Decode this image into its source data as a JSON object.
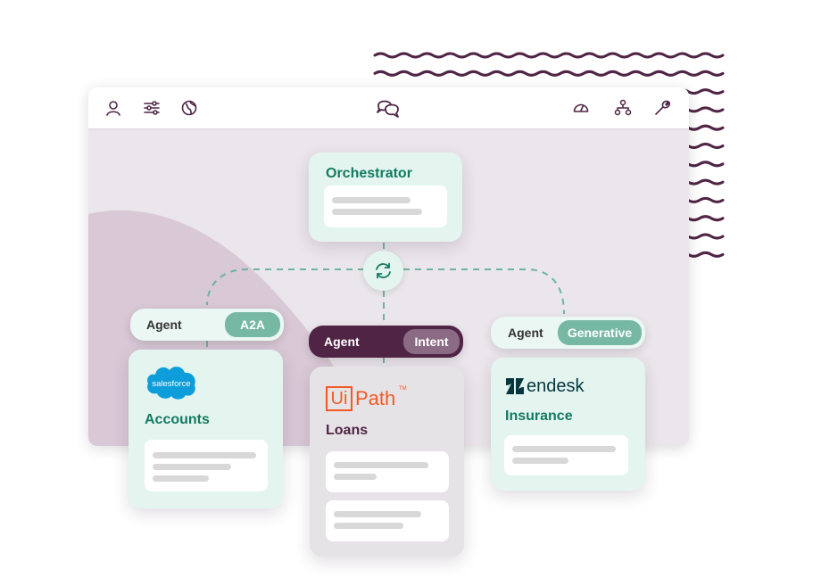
{
  "colors": {
    "mint": "#e4f5f0",
    "green_text": "#137a60",
    "dark_purple": "#4f2445",
    "teal_tag": "#76b8a3",
    "wave_purple": "#4f2445",
    "salesforce_blue": "#0d9dda",
    "uipath_orange": "#f15a22"
  },
  "toolbar": {
    "left_icons": [
      "user-icon",
      "sliders-icon",
      "globe-icon"
    ],
    "center_icon": "chat-bubbles-icon",
    "right_icons": [
      "speedometer-icon",
      "hierarchy-icon",
      "wrench-icon"
    ]
  },
  "orchestrator": {
    "title": "Orchestrator"
  },
  "agents": [
    {
      "label": "Agent",
      "tag": "A2A",
      "logo": "salesforce",
      "title": "Accounts"
    },
    {
      "label": "Agent",
      "tag": "Intent",
      "logo": "UiPath",
      "title": "Loans"
    },
    {
      "label": "Agent",
      "tag": "Generative",
      "logo": "zendesk",
      "title": "Insurance"
    }
  ],
  "logos": {
    "salesforce": "salesforce",
    "uipath_ui": "Ui",
    "uipath_path": "Path",
    "uipath_tm": "TM",
    "zendesk": "endesk"
  }
}
